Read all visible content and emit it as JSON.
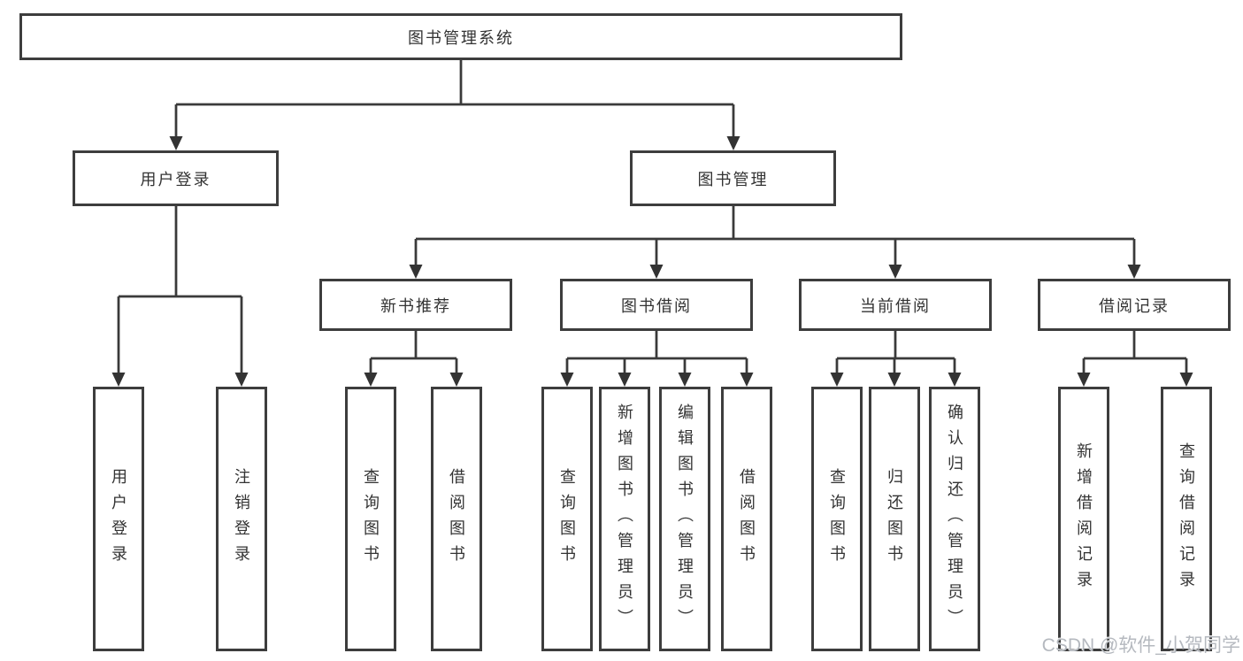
{
  "tree": {
    "root": "图书管理系统",
    "children": [
      {
        "label": "用户登录",
        "children": [
          {
            "label": "用户登录"
          },
          {
            "label": "注销登录"
          }
        ]
      },
      {
        "label": "图书管理",
        "children": [
          {
            "label": "新书推荐",
            "children": [
              {
                "label": "查询图书"
              },
              {
                "label": "借阅图书"
              }
            ]
          },
          {
            "label": "图书借阅",
            "children": [
              {
                "label": "查询图书"
              },
              {
                "label": "新增图书（管理员）"
              },
              {
                "label": "编辑图书（管理员）"
              },
              {
                "label": "借阅图书"
              }
            ]
          },
          {
            "label": "当前借阅",
            "children": [
              {
                "label": "查询图书"
              },
              {
                "label": "归还图书"
              },
              {
                "label": "确认归还（管理员）"
              }
            ]
          },
          {
            "label": "借阅记录",
            "children": [
              {
                "label": "新增借阅记录"
              },
              {
                "label": "查询借阅记录"
              }
            ]
          }
        ]
      }
    ]
  },
  "watermark": "CSDN @软件_小贺同学",
  "colors": {
    "line": "#3a3a3a",
    "box_border": "#3d3d3d",
    "text": "#333333",
    "watermark": "#b5b9bf",
    "background": "#ffffff"
  }
}
